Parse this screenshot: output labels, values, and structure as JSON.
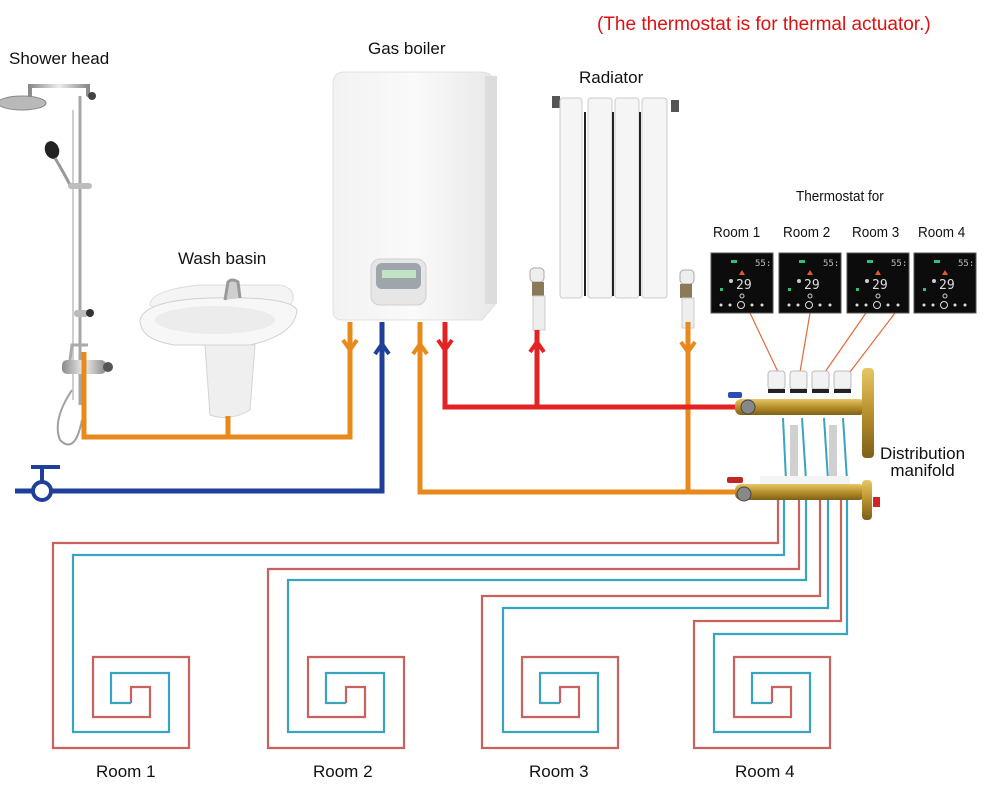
{
  "note": "(The thermostat is for thermal actuator.)",
  "labels": {
    "shower_head": "Shower head",
    "wash_basin": "Wash basin",
    "gas_boiler": "Gas boiler",
    "radiator": "Radiator",
    "thermostat_for": "Thermostat for",
    "manifold_line1": "Distribution",
    "manifold_line2": "manifold"
  },
  "thermostats": [
    {
      "room": "Room 1",
      "display_temp": "29",
      "display_time": "55:"
    },
    {
      "room": "Room 2",
      "display_temp": "29",
      "display_time": "55:"
    },
    {
      "room": "Room 3",
      "display_temp": "29",
      "display_time": "55:"
    },
    {
      "room": "Room 4",
      "display_temp": "29",
      "display_time": "55:"
    }
  ],
  "rooms": [
    "Room 1",
    "Room 2",
    "Room 3",
    "Room 4"
  ],
  "colors": {
    "hot_supply": "#e32224",
    "return": "#e8891c",
    "cold_water": "#1f3f9a",
    "floor_supply": "#c9625e",
    "floor_return": "#3aa3bf",
    "note": "#e01010"
  }
}
